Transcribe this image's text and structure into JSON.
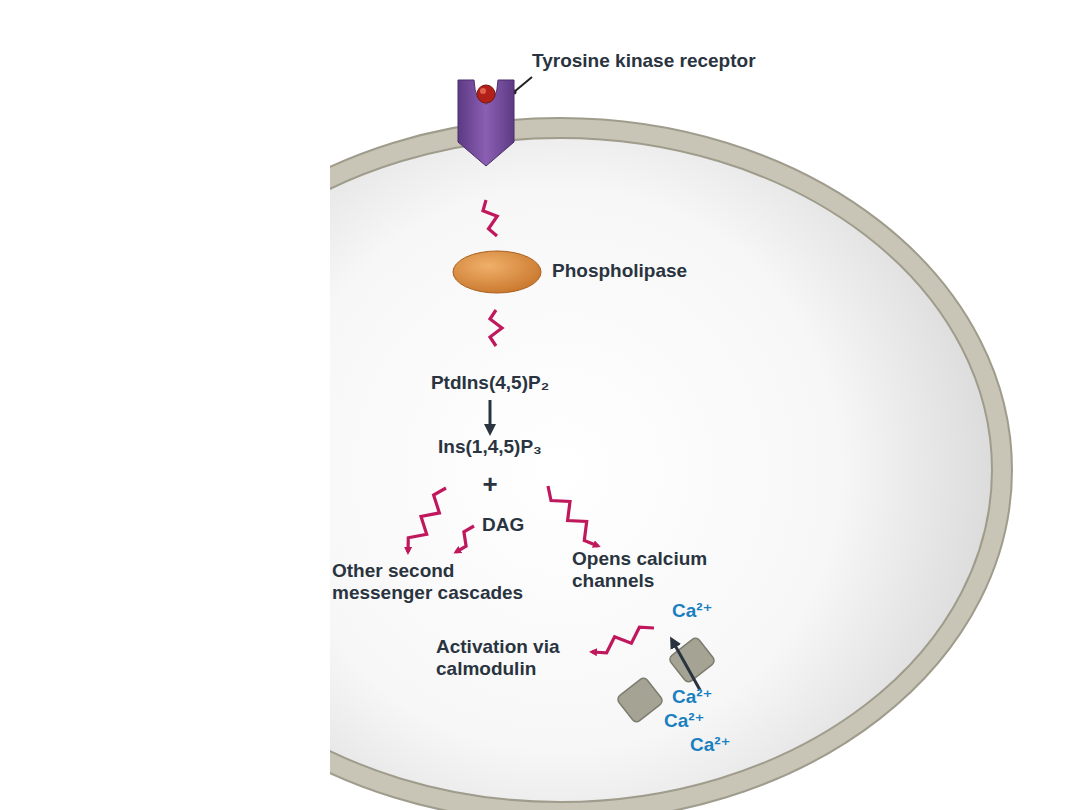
{
  "diagram": {
    "nodes": [
      {
        "text": [
          "Tyrosine kinase receptor"
        ]
      },
      {
        "text": [
          "Phospholipase"
        ]
      }
    ],
    "edges": [
      {
        "from": 0,
        "to": 1,
        "arrow": "none"
      }
    ],
    "labels": [
      "PtdIns(4,5)P₂",
      "Ins(1,4,5)P₃",
      "+",
      "DAG",
      "Other second messenger cascades",
      "Opens calcium channels",
      "Ca²⁺",
      "Activation via calmodulin",
      "Ca²⁺",
      "Ca²⁺",
      "Ca²⁺"
    ]
  }
}
